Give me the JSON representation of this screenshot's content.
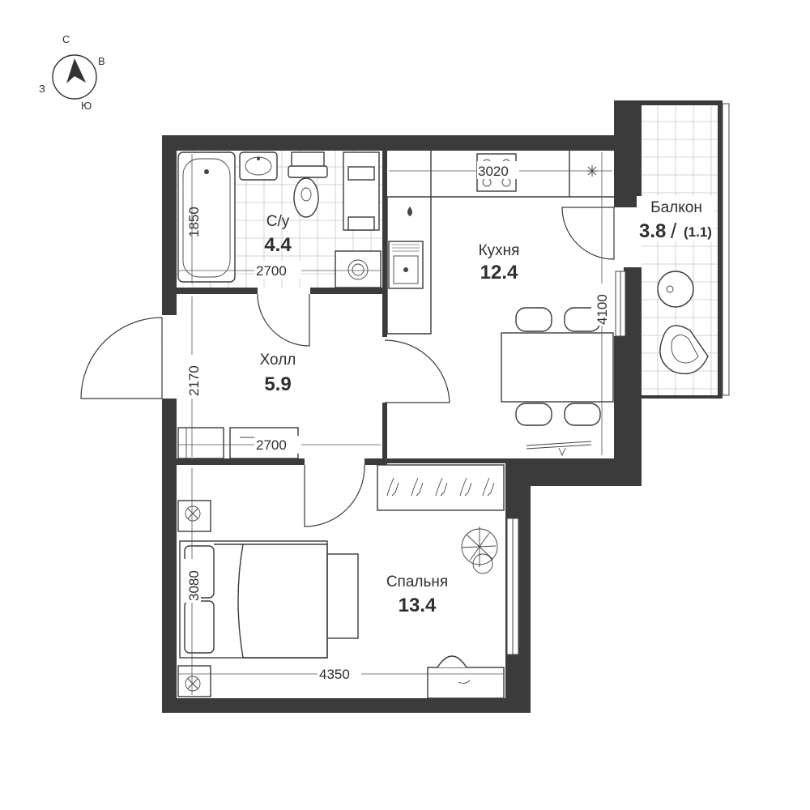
{
  "compass": {
    "north": "С",
    "east": "В",
    "south": "Ю",
    "west": "З"
  },
  "rooms": [
    {
      "name": "С/у",
      "area": "4.4"
    },
    {
      "name": "Кухня",
      "area": "12.4"
    },
    {
      "name": "Холл",
      "area": "5.9"
    },
    {
      "name": "Спальня",
      "area": "13.4"
    },
    {
      "name": "Балкон",
      "area": "3.8",
      "area_note": "(1.1)",
      "separator": "/"
    }
  ],
  "dimensions": {
    "bath_height": "1850",
    "bath_width": "2700",
    "kitchen_width": "3020",
    "kitchen_height": "4100",
    "hall_height": "2170",
    "hall_width": "2700",
    "bedroom_height": "3080",
    "bedroom_width": "4350"
  }
}
